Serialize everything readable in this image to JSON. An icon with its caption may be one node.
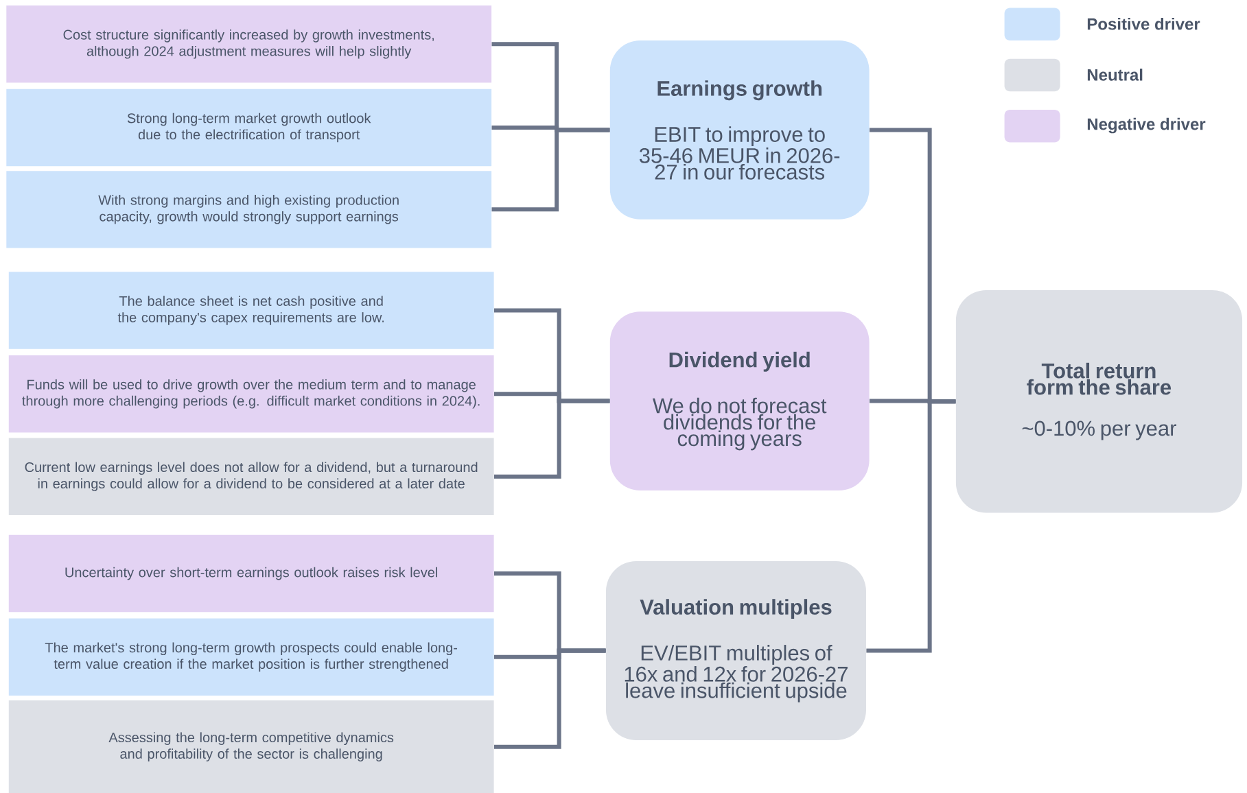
{
  "diagram": {
    "nodes": [
      {
        "text": [
          "Cost structure significantly increased by growth investments, although 2024 adjustment measures will help slightly"
        ]
      },
      {
        "text": [
          "Strong long-term market growth outlook due to the electrification of transport"
        ]
      },
      {
        "text": [
          "With strong margins and high existing production capacity, growth would strongly support earnings"
        ]
      },
      {
        "text": [
          "The balance sheet is net cash positive and the company's capex requirements are low."
        ]
      },
      {
        "text": [
          "Funds will be used to drive growth over the medium term and to manage through more challenging periods (e.g. difficult market conditions in 2024)."
        ]
      },
      {
        "text": [
          "Current low earnings level does not allow for a dividend, but a turnaround in earnings could allow for a dividend to be considered at a later date"
        ]
      },
      {
        "text": [
          "Uncertainty over short-term earnings outlook raises risk level"
        ]
      },
      {
        "text": [
          "The market's strong long-term growth prospects could enable long-term value creation if the market position is further strengthened"
        ]
      },
      {
        "text": [
          "Assessing the long-term competitive dynamics and profitability of the sector is challenging"
        ]
      },
      {
        "text": [
          "Earnings growth",
          "EBIT to improve to 35-46 MEUR in 2026-27 in our forecasts"
        ]
      },
      {
        "text": [
          "Dividend yield",
          "We do not forecast dividends for the coming years"
        ]
      },
      {
        "text": [
          "Valuation multiples",
          "EV/EBIT multiples of 16x and 12x for 2026-27 leave insufficient upside"
        ]
      },
      {
        "text": [
          "Total return form the share",
          "~0-10% per year"
        ]
      }
    ],
    "edges": [
      {
        "from": 0,
        "to": 9,
        "arrow": "none"
      },
      {
        "from": 1,
        "to": 9,
        "arrow": "none"
      },
      {
        "from": 2,
        "to": 9,
        "arrow": "none"
      },
      {
        "from": 3,
        "to": 10,
        "arrow": "none"
      },
      {
        "from": 4,
        "to": 10,
        "arrow": "none"
      },
      {
        "from": 5,
        "to": 10,
        "arrow": "none"
      },
      {
        "from": 6,
        "to": 11,
        "arrow": "none"
      },
      {
        "from": 7,
        "to": 11,
        "arrow": "none"
      },
      {
        "from": 8,
        "to": 11,
        "arrow": "none"
      },
      {
        "from": 9,
        "to": 12,
        "arrow": "none"
      },
      {
        "from": 10,
        "to": 12,
        "arrow": "none"
      },
      {
        "from": 11,
        "to": 12,
        "arrow": "none"
      }
    ],
    "legend": [
      {
        "text": "Positive driver",
        "color": "#cce3fc"
      },
      {
        "text": "Neutral",
        "color": "#dde0e6"
      },
      {
        "text": "Negative driver",
        "color": "#e3d3f3"
      }
    ]
  }
}
